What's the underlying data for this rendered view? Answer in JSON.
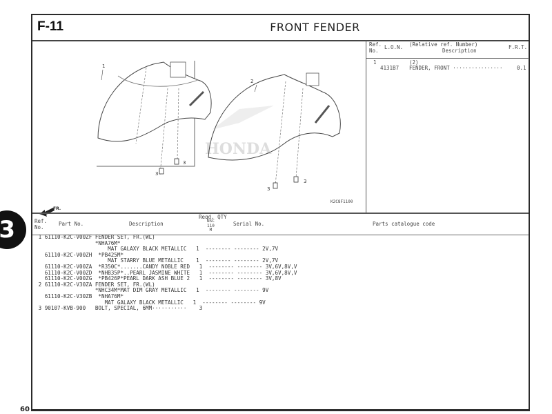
{
  "page": {
    "code": "F-11",
    "title": "FRONT FENDER",
    "page_number": "60",
    "section_tab": "3"
  },
  "illustration": {
    "callouts": [
      "1",
      "2",
      "3",
      "3",
      "3",
      "3"
    ],
    "direction_label": "FR.",
    "figure_id": "K2C8F1100",
    "watermark": "HONDA"
  },
  "ref_panel": {
    "headers": {
      "ref_no": "Ref.\nNo.",
      "lon": "L.O.N.",
      "relative": "(Relative ref. Number)",
      "description": "Description",
      "frt": "F.R.T."
    },
    "rows": [
      {
        "ref": "1",
        "relative": "(2)",
        "lon": "4131B7",
        "description": "FENDER, FRONT ················",
        "frt": "0.1"
      }
    ]
  },
  "parts_list": {
    "headers": {
      "ref_no": "Ref.\nNo.",
      "part_no": "Part No.",
      "description": "Description",
      "reqd_qty": "Reqd. QTY",
      "model": "NSC\n110\nM",
      "serial": "Serial No.",
      "catalogue": "Parts catalogue code"
    },
    "rows": [
      " 1 61110-K2C-V00ZF FENDER SET, FR.(WL)",
      "                   *NHA76M*",
      "                       MAT GALAXY BLACK METALLIC   1  -------- -------- 2V,7V",
      "   61110-K2C-V00ZH  *PB425M*",
      "                       MAT STARRY BLUE METALLIC    1  -------- -------- 2V,7V",
      "   61110-K2C-V00ZA  *R350C*.......CANDY NOBLE RED   1  -------- -------- 3V,6V,8V,V",
      "   61110-K2C-V00ZD  *NHB35P*..PEARL JASMINE WHITE   1  -------- -------- 3V,6V,8V,V",
      "   61110-K2C-V00ZG  *PB426P*PEARL DARK ASH BLUE 2   1  -------- -------- 3V,8V",
      " 2 61110-K2C-V30ZA FENDER SET, FR.(WL)",
      "                   *NHC34M*MAT DIM GRAY METALLIC   1  -------- -------- 9V",
      "   61110-K2C-V30ZB  *NHA76M*",
      "                      MAT GALAXY BLACK METALLIC   1  -------- -------- 9V",
      " 3 90107-KVB-900   BOLT, SPECIAL, 6MM···········    3"
    ]
  }
}
